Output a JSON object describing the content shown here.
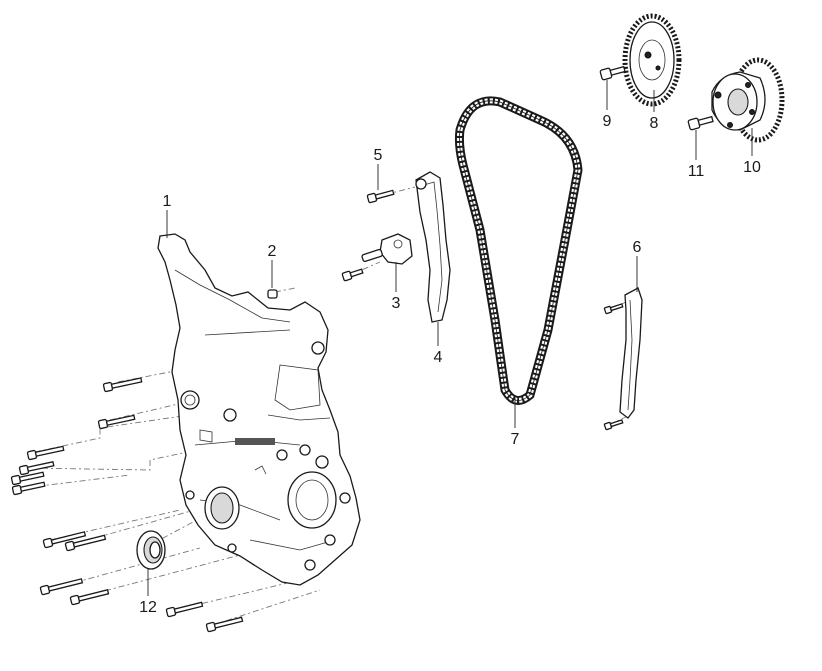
{
  "callouts": [
    {
      "id": "1",
      "text": "1"
    },
    {
      "id": "2",
      "text": "2"
    },
    {
      "id": "3",
      "text": "3"
    },
    {
      "id": "4",
      "text": "4"
    },
    {
      "id": "5",
      "text": "5"
    },
    {
      "id": "6",
      "text": "6"
    },
    {
      "id": "7",
      "text": "7"
    },
    {
      "id": "8",
      "text": "8"
    },
    {
      "id": "9",
      "text": "9"
    },
    {
      "id": "10",
      "text": "10"
    },
    {
      "id": "11",
      "text": "11"
    },
    {
      "id": "12",
      "text": "12"
    }
  ],
  "colors": {
    "line": "#1a1a1a",
    "background": "#ffffff",
    "dash": "#777777"
  }
}
